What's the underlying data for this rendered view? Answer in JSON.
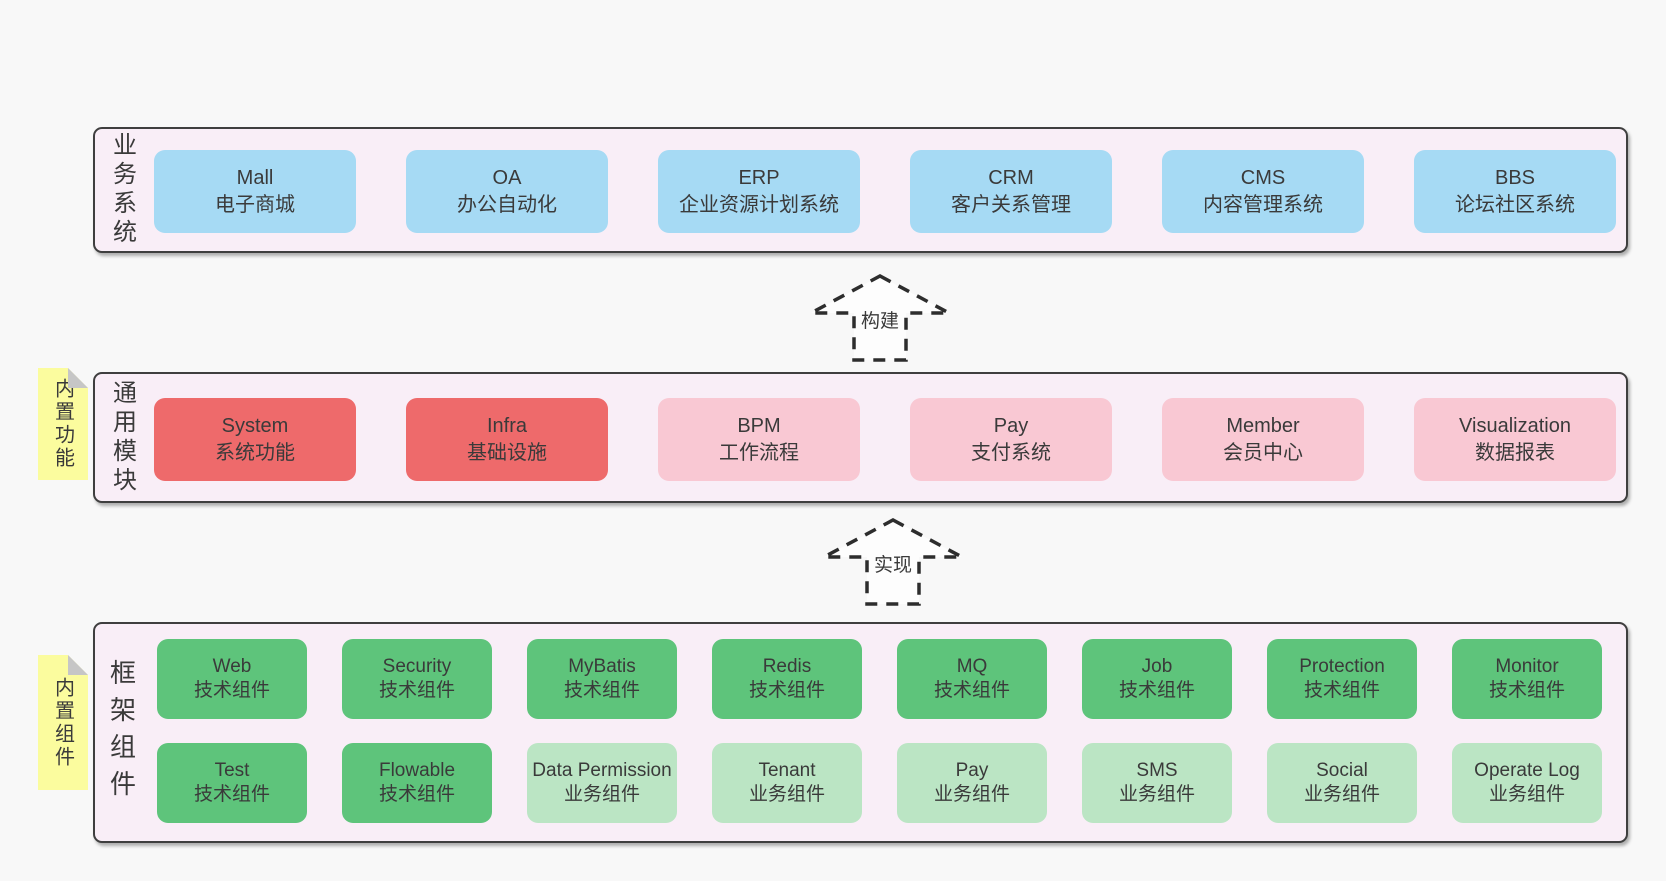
{
  "diagram": {
    "arrows": {
      "build": "构建",
      "implement": "实现"
    },
    "layers": {
      "business": {
        "label": "业务系统",
        "boxes": [
          {
            "title": "Mall",
            "subtitle": "电子商城",
            "variant": "blue"
          },
          {
            "title": "OA",
            "subtitle": "办公自动化",
            "variant": "blue"
          },
          {
            "title": "ERP",
            "subtitle": "企业资源计划系统",
            "variant": "blue"
          },
          {
            "title": "CRM",
            "subtitle": "客户关系管理",
            "variant": "blue"
          },
          {
            "title": "CMS",
            "subtitle": "内容管理系统",
            "variant": "blue"
          },
          {
            "title": "BBS",
            "subtitle": "论坛社区系统",
            "variant": "blue"
          }
        ]
      },
      "modules": {
        "label": "通用模块",
        "tag": "内置功能",
        "boxes": [
          {
            "title": "System",
            "subtitle": "系统功能",
            "variant": "red"
          },
          {
            "title": "Infra",
            "subtitle": "基础设施",
            "variant": "red"
          },
          {
            "title": "BPM",
            "subtitle": "工作流程",
            "variant": "pink"
          },
          {
            "title": "Pay",
            "subtitle": "支付系统",
            "variant": "pink"
          },
          {
            "title": "Member",
            "subtitle": "会员中心",
            "variant": "pink"
          },
          {
            "title": "Visualization",
            "subtitle": "数据报表",
            "variant": "pink"
          }
        ]
      },
      "framework": {
        "label": "框架组件",
        "tag": "内置组件",
        "row1": [
          {
            "title": "Web",
            "subtitle": "技术组件",
            "variant": "green"
          },
          {
            "title": "Security",
            "subtitle": "技术组件",
            "variant": "green"
          },
          {
            "title": "MyBatis",
            "subtitle": "技术组件",
            "variant": "green"
          },
          {
            "title": "Redis",
            "subtitle": "技术组件",
            "variant": "green"
          },
          {
            "title": "MQ",
            "subtitle": "技术组件",
            "variant": "green"
          },
          {
            "title": "Job",
            "subtitle": "技术组件",
            "variant": "green"
          },
          {
            "title": "Protection",
            "subtitle": "技术组件",
            "variant": "green"
          },
          {
            "title": "Monitor",
            "subtitle": "技术组件",
            "variant": "green"
          }
        ],
        "row2": [
          {
            "title": "Test",
            "subtitle": "技术组件",
            "variant": "green"
          },
          {
            "title": "Flowable",
            "subtitle": "技术组件",
            "variant": "green"
          },
          {
            "title": "Data Permission",
            "subtitle": "业务组件",
            "variant": "green-light"
          },
          {
            "title": "Tenant",
            "subtitle": "业务组件",
            "variant": "green-light"
          },
          {
            "title": "Pay",
            "subtitle": "业务组件",
            "variant": "green-light"
          },
          {
            "title": "SMS",
            "subtitle": "业务组件",
            "variant": "green-light"
          },
          {
            "title": "Social",
            "subtitle": "业务组件",
            "variant": "green-light"
          },
          {
            "title": "Operate Log",
            "subtitle": "业务组件",
            "variant": "green-light"
          }
        ]
      }
    },
    "colors": {
      "page_bg": "#f8f8f8",
      "container_bg": "#f9eef7",
      "container_border": "#3f3f3f",
      "blue": "#a6daf4",
      "red": "#ee6a6b",
      "pink": "#f9c8d3",
      "green": "#5ec47b",
      "green_light": "#bbe5c4",
      "tag_yellow": "#fbfc9e",
      "fold_gray": "#c6c6c6",
      "arrow_stroke": "#2d2d2d",
      "text": "#3a3a3a"
    }
  }
}
